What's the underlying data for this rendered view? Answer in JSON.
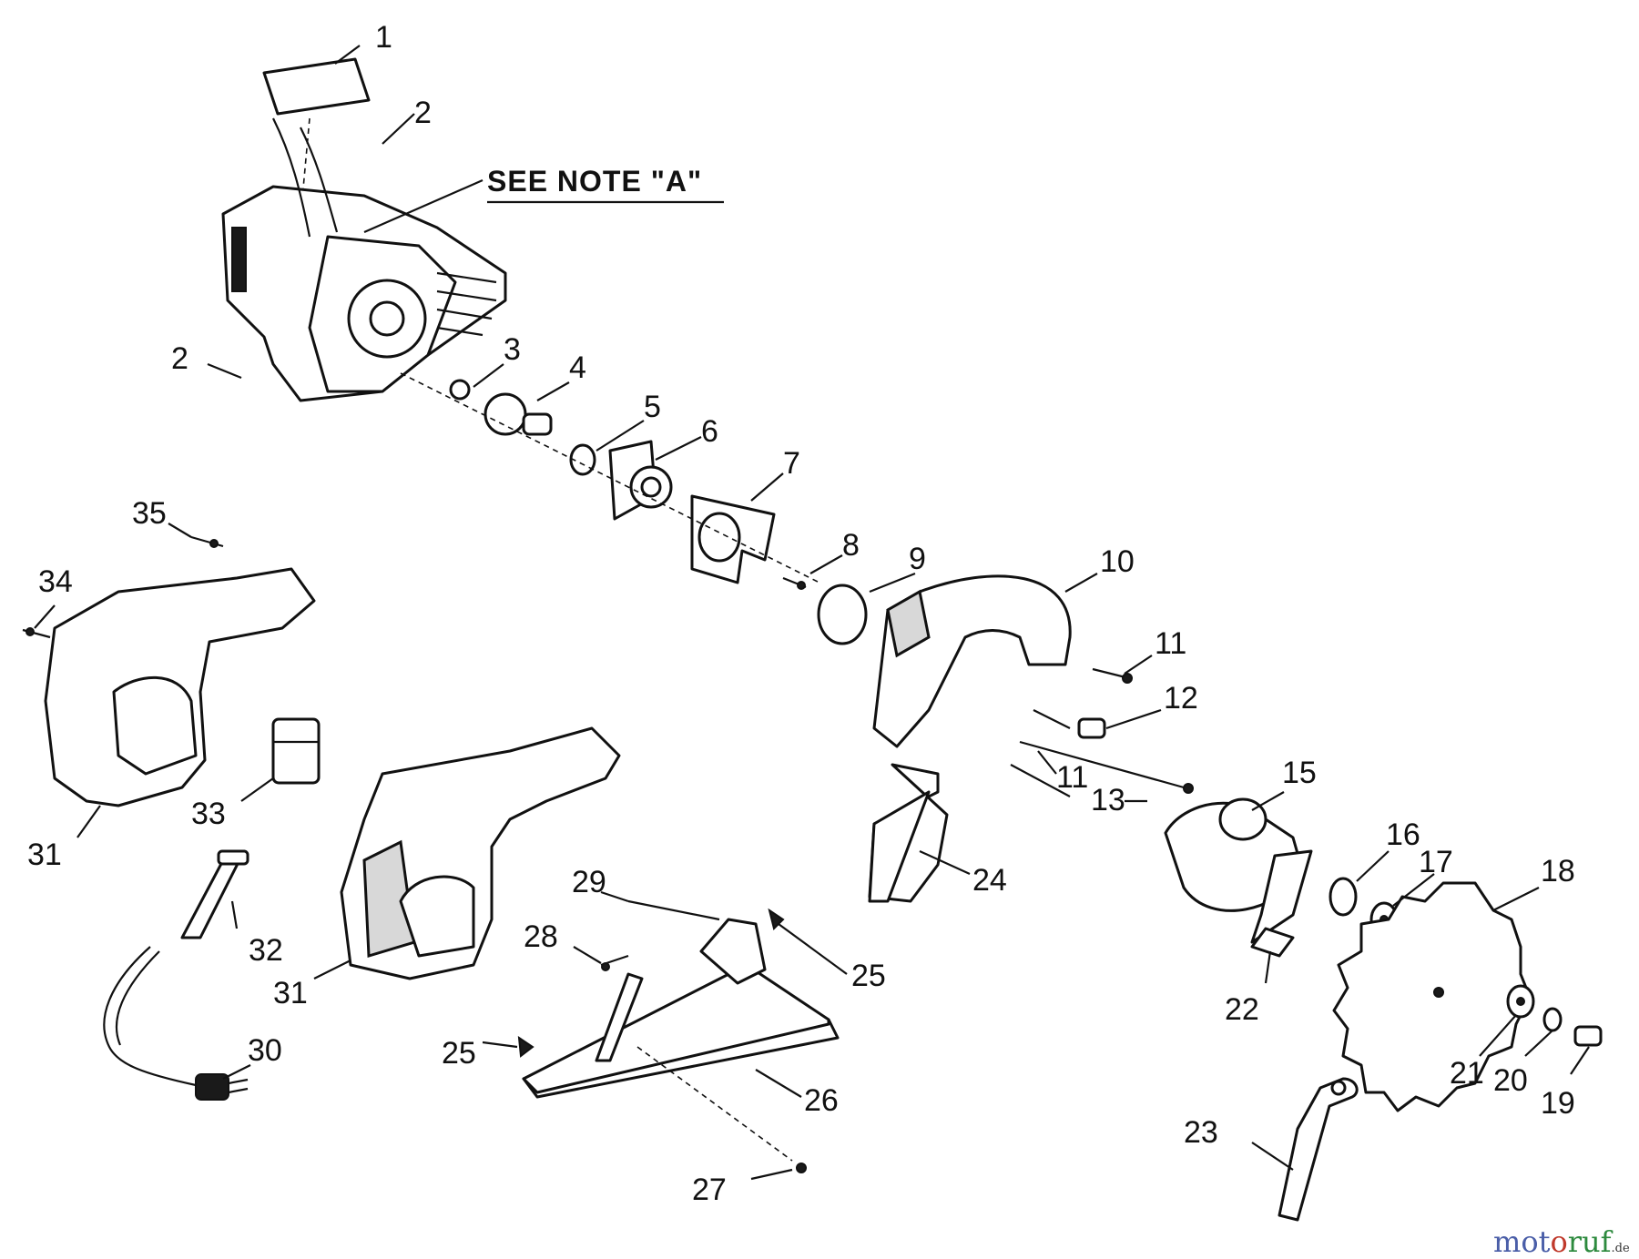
{
  "diagram": {
    "note_text": "SEE NOTE \"A\"",
    "watermark": {
      "part1": "mot",
      "part2": "o",
      "part3": "ruf",
      "suffix": ".de"
    }
  },
  "callouts": [
    {
      "id": "c1",
      "text": "1"
    },
    {
      "id": "c2a",
      "text": "2"
    },
    {
      "id": "c2b",
      "text": "2"
    },
    {
      "id": "c3",
      "text": "3"
    },
    {
      "id": "c4",
      "text": "4"
    },
    {
      "id": "c5",
      "text": "5"
    },
    {
      "id": "c6",
      "text": "6"
    },
    {
      "id": "c7",
      "text": "7"
    },
    {
      "id": "c8",
      "text": "8"
    },
    {
      "id": "c9",
      "text": "9"
    },
    {
      "id": "c10",
      "text": "10"
    },
    {
      "id": "c11a",
      "text": "11"
    },
    {
      "id": "c11b",
      "text": "11"
    },
    {
      "id": "c12",
      "text": "12"
    },
    {
      "id": "c13",
      "text": "13"
    },
    {
      "id": "c15",
      "text": "15"
    },
    {
      "id": "c16",
      "text": "16"
    },
    {
      "id": "c17",
      "text": "17"
    },
    {
      "id": "c18",
      "text": "18"
    },
    {
      "id": "c19",
      "text": "19"
    },
    {
      "id": "c20",
      "text": "20"
    },
    {
      "id": "c21",
      "text": "21"
    },
    {
      "id": "c22",
      "text": "22"
    },
    {
      "id": "c23",
      "text": "23"
    },
    {
      "id": "c24",
      "text": "24"
    },
    {
      "id": "c25a",
      "text": "25"
    },
    {
      "id": "c25b",
      "text": "25"
    },
    {
      "id": "c26",
      "text": "26"
    },
    {
      "id": "c27",
      "text": "27"
    },
    {
      "id": "c28",
      "text": "28"
    },
    {
      "id": "c29",
      "text": "29"
    },
    {
      "id": "c30",
      "text": "30"
    },
    {
      "id": "c31a",
      "text": "31"
    },
    {
      "id": "c31b",
      "text": "31"
    },
    {
      "id": "c32",
      "text": "32"
    },
    {
      "id": "c33",
      "text": "33"
    },
    {
      "id": "c34",
      "text": "34"
    },
    {
      "id": "c35",
      "text": "35"
    }
  ]
}
